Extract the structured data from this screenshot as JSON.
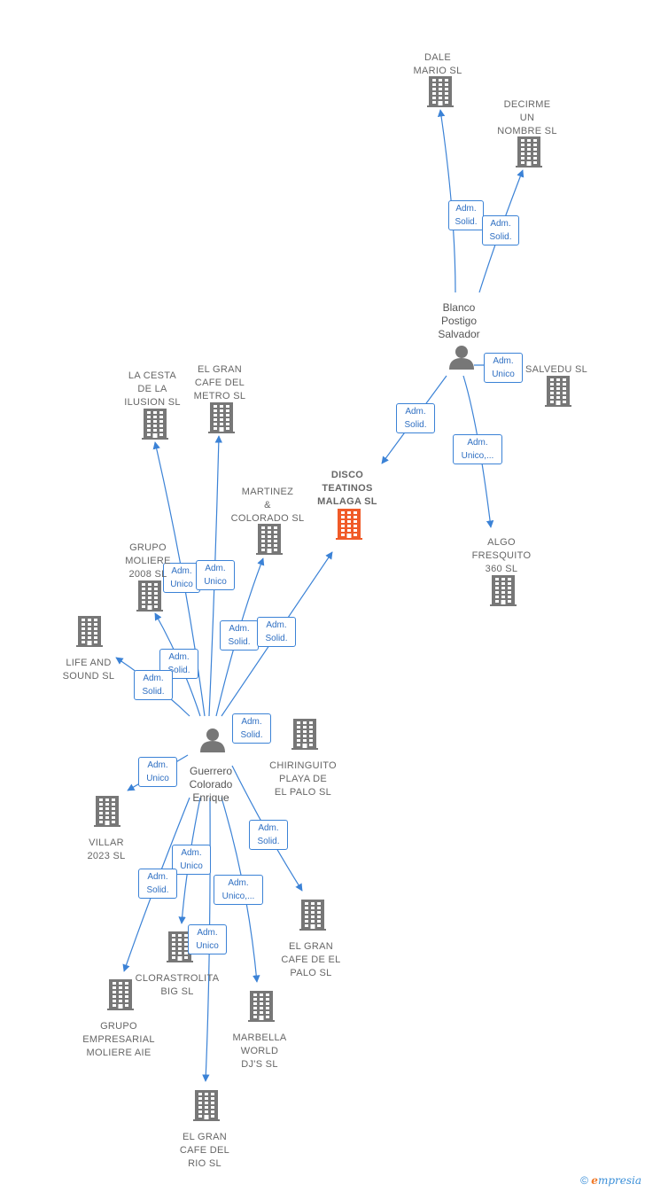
{
  "colors": {
    "edge": "#3b82d6",
    "company": "#777777",
    "focus_company": "#f05a28",
    "person": "#777777",
    "edge_label_text": "#2f6fc2"
  },
  "companies": [
    {
      "id": "dale",
      "label": "DALE\nMARIO  SL"
    },
    {
      "id": "decirme",
      "label": "DECIRME\nUN\nNOMBRE  SL"
    },
    {
      "id": "salvedu",
      "label": "SALVEDU  SL"
    },
    {
      "id": "disco",
      "label": "DISCO\nTEATINOS\nMALAGA  SL",
      "focus": true
    },
    {
      "id": "algo",
      "label": "ALGO\nFRESQUITO\n360  SL"
    },
    {
      "id": "cesta",
      "label": "LA CESTA\nDE LA\nILUSION SL"
    },
    {
      "id": "metro",
      "label": "EL GRAN\nCAFE DEL\nMETRO  SL"
    },
    {
      "id": "martinez",
      "label": "MARTINEZ\n&\nCOLORADO  SL"
    },
    {
      "id": "moliere2008",
      "label": "GRUPO\nMOLIERE\n2008 SL"
    },
    {
      "id": "life",
      "label": "LIFE AND\nSOUND  SL"
    },
    {
      "id": "chiringuito",
      "label": "CHIRINGUITO\nPLAYA DE\nEL PALO  SL"
    },
    {
      "id": "villar",
      "label": "VILLAR\n2023  SL"
    },
    {
      "id": "palo",
      "label": "EL GRAN\nCAFE DE EL\nPALO  SL"
    },
    {
      "id": "clorastrolita",
      "label": "CLORASTROLITA\nBIG SL"
    },
    {
      "id": "aie",
      "label": "GRUPO\nEMPRESARIAL\nMOLIERE AIE"
    },
    {
      "id": "marbella",
      "label": "MARBELLA\nWORLD\nDJ'S  SL"
    },
    {
      "id": "rio",
      "label": "EL GRAN\nCAFE DEL\nRIO  SL"
    }
  ],
  "persons": [
    {
      "id": "blanco",
      "label": "Blanco\nPostigo\nSalvador"
    },
    {
      "id": "guerrero",
      "label": "Guerrero\nColorado\nEnrique"
    }
  ],
  "edges": [
    {
      "from": "blanco",
      "to": "dale",
      "label": "Adm.\nSolid."
    },
    {
      "from": "blanco",
      "to": "decirme",
      "label": "Adm.\nSolid."
    },
    {
      "from": "blanco",
      "to": "salvedu",
      "label": "Adm.\nUnico"
    },
    {
      "from": "blanco",
      "to": "disco",
      "label": "Adm.\nSolid."
    },
    {
      "from": "blanco",
      "to": "algo",
      "label": "Adm.\nUnico,..."
    },
    {
      "from": "guerrero",
      "to": "cesta",
      "label": "Adm.\nUnico"
    },
    {
      "from": "guerrero",
      "to": "metro",
      "label": "Adm.\nUnico"
    },
    {
      "from": "guerrero",
      "to": "martinez",
      "label": "Adm.\nSolid."
    },
    {
      "from": "guerrero",
      "to": "disco",
      "label": "Adm.\nSolid."
    },
    {
      "from": "guerrero",
      "to": "moliere2008",
      "label": "Adm.\nSolid."
    },
    {
      "from": "guerrero",
      "to": "life",
      "label": "Adm.\nSolid."
    },
    {
      "from": "guerrero",
      "to": "chiringuito",
      "label": "Adm.\nSolid."
    },
    {
      "from": "guerrero",
      "to": "villar",
      "label": "Adm.\nUnico"
    },
    {
      "from": "guerrero",
      "to": "palo",
      "label": "Adm.\nSolid."
    },
    {
      "from": "guerrero",
      "to": "clorastrolita",
      "label": "Adm.\nUnico"
    },
    {
      "from": "guerrero",
      "to": "aie",
      "label": "Adm.\nSolid."
    },
    {
      "from": "guerrero",
      "to": "marbella",
      "label": "Adm.\nUnico,..."
    },
    {
      "from": "guerrero",
      "to": "rio",
      "label": "Adm.\nUnico"
    }
  ],
  "footer": {
    "copyright": "©",
    "brand_initial": "e",
    "brand_rest": "mpresia"
  }
}
